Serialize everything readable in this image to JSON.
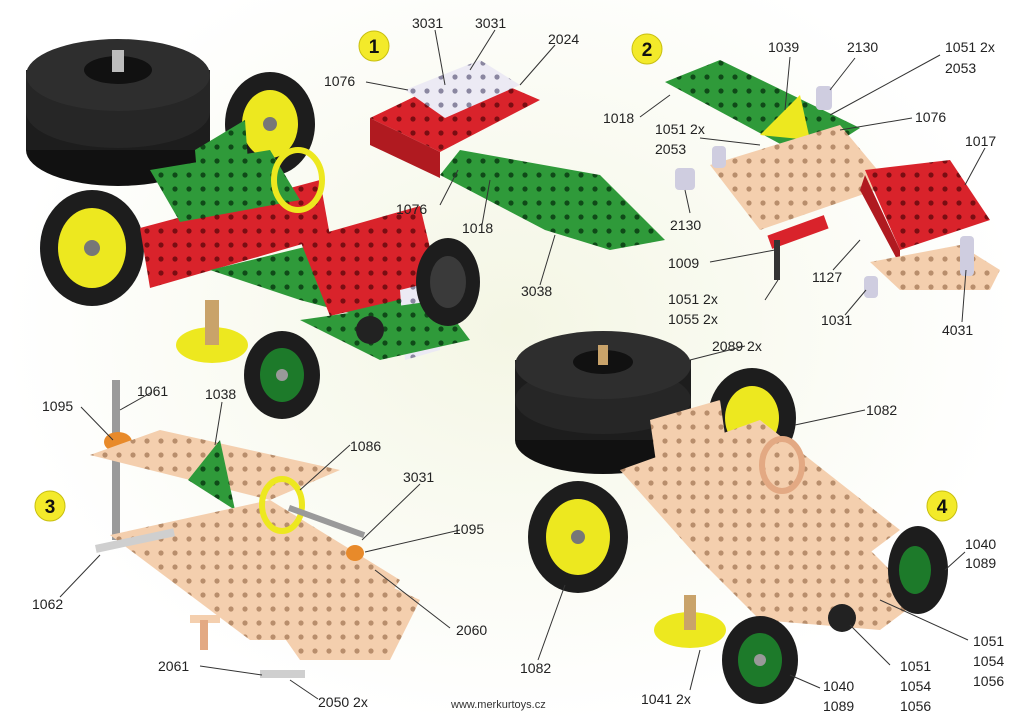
{
  "colors": {
    "wheel_black": "#1d1d1d",
    "hub_yellow": "#ede81f",
    "hub_green": "#1d7a2a",
    "plate_red": "#d9232b",
    "plate_green": "#2f9a3a",
    "plate_white": "#eceaf4",
    "plate_beige": "#f4cfae",
    "step_badge": "#f3ea2a"
  },
  "steps": {
    "s1": "1",
    "s2": "2",
    "s3": "3",
    "s4": "4"
  },
  "parts": {
    "step1": {
      "p3031a": "3031",
      "p3031b": "3031",
      "p2024": "2024",
      "p1076a": "1076",
      "p1076b": "1076",
      "p1018": "1018",
      "p3038": "3038"
    },
    "step2": {
      "p1039": "1039",
      "p2130a": "2130",
      "p1051_2x_top": "1051 2x",
      "p2053_top": "2053",
      "p1018": "1018",
      "p1051_2x_mid": "1051 2x",
      "p2053_mid": "2053",
      "p1076": "1076",
      "p1017": "1017",
      "p2130b": "2130",
      "p1009": "1009",
      "p1127": "1127",
      "p1051_2x_low": "1051 2x",
      "p1055_2x": "1055 2x",
      "p1031": "1031",
      "p4031": "4031"
    },
    "step3": {
      "p1095a": "1095",
      "p1061": "1061",
      "p1038": "1038",
      "p1086": "1086",
      "p3031": "3031",
      "p1095b": "1095",
      "p1062": "1062",
      "p2060": "2060",
      "p2061": "2061",
      "p2050_2x": "2050 2x"
    },
    "step4": {
      "p2089_2x": "2089 2x",
      "p1082a": "1082",
      "p1040a": "1040",
      "p1089a": "1089",
      "p1082b": "1082",
      "p1051a": "1051",
      "p1054a": "1054",
      "p1056a": "1056",
      "p1051b": "1051",
      "p1054b": "1054",
      "p1056b": "1056",
      "p1041_2x": "1041 2x",
      "p1040b": "1040",
      "p1089b": "1089"
    }
  },
  "footer": {
    "website": "www.merkurtoys.cz"
  }
}
